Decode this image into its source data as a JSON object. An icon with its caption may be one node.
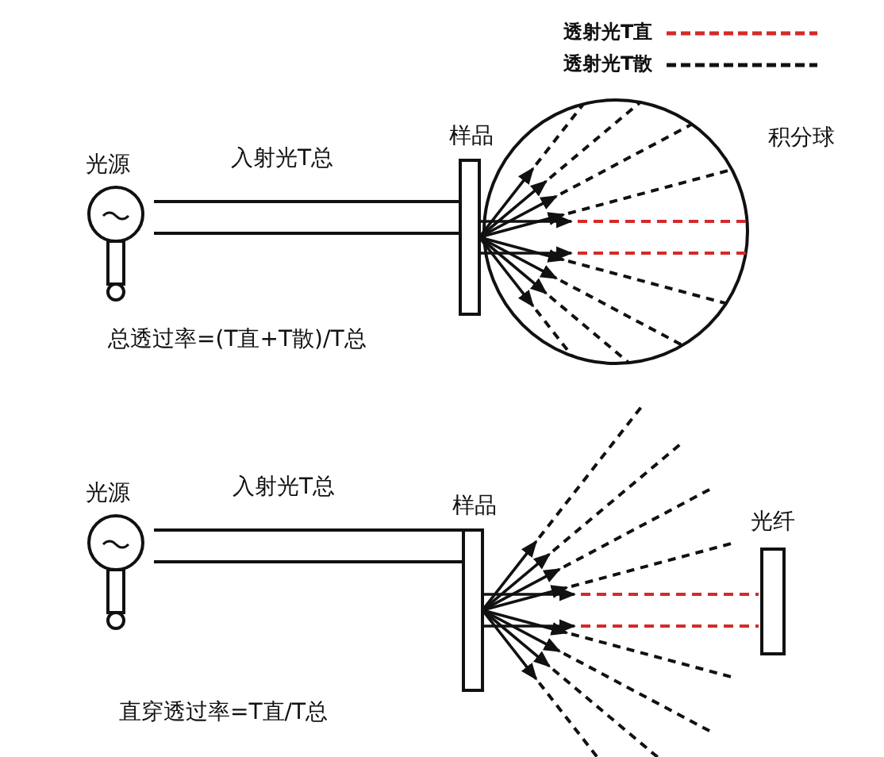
{
  "diagram": {
    "nodes": [
      {
        "text": [
          "光源"
        ]
      },
      {
        "text": [
          "样品"
        ]
      },
      {
        "text": [
          "积分球"
        ]
      },
      {
        "text": [
          "光源"
        ]
      },
      {
        "text": [
          "样品"
        ]
      },
      {
        "text": [
          "光纤"
        ]
      }
    ],
    "edges": [
      {
        "from": 0,
        "to": 1,
        "arrow": "none",
        "label": "入射光T总"
      },
      {
        "from": 0,
        "to": 1,
        "arrow": "none"
      },
      {
        "from": 3,
        "to": 4,
        "arrow": "none",
        "label": "入射光T总"
      },
      {
        "from": 3,
        "to": 4,
        "arrow": "none"
      }
    ],
    "labels": [
      "总透过率=(T直+T散)/T总",
      "直穿透过率=T直/T总"
    ],
    "legend": [
      {
        "text": "透射光T直"
      },
      {
        "text": "透射光T散"
      }
    ]
  }
}
